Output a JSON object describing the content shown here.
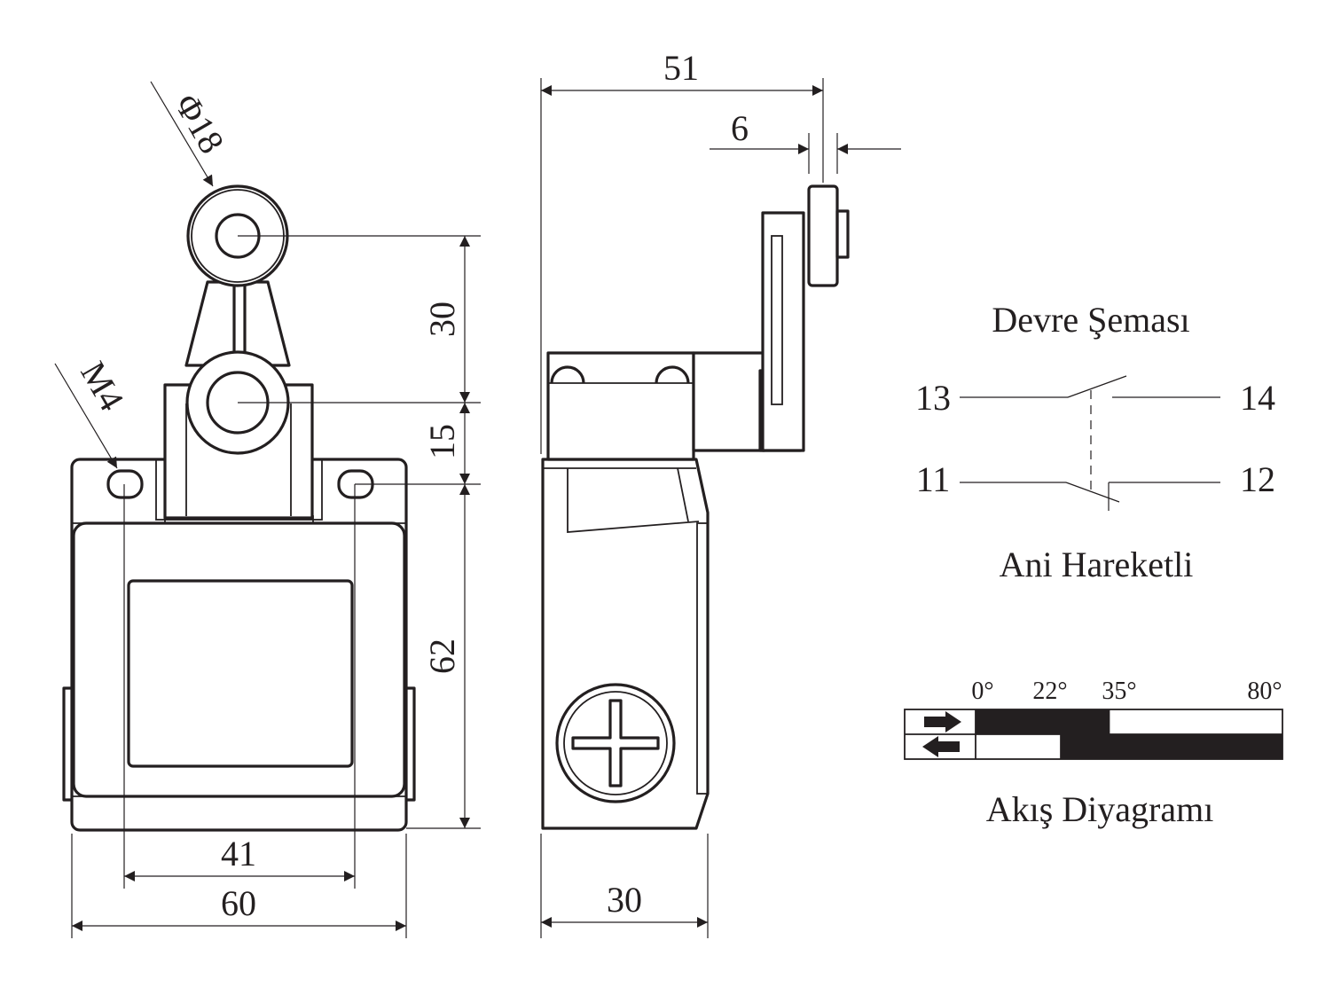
{
  "front_view": {
    "dims": {
      "roller_diameter": "Φ18",
      "mount_thread": "M4",
      "roller_offset": "30",
      "lever_offset": "15",
      "body_height": "62",
      "hole_spacing": "41",
      "body_width": "60"
    }
  },
  "side_view": {
    "dims": {
      "overall_depth": "51",
      "roller_width": "6",
      "body_depth": "30"
    }
  },
  "circuit": {
    "title": "Devre Şeması",
    "terminals": {
      "t13": "13",
      "t14": "14",
      "t11": "11",
      "t12": "12"
    },
    "subtitle": "Ani Hareketli"
  },
  "flow_diagram": {
    "angles": [
      "0°",
      "22°",
      "35°",
      "80°"
    ],
    "rows": [
      {
        "direction": "right-arrow-icon",
        "closed_from": 0,
        "closed_to": 35
      },
      {
        "direction": "left-arrow-icon",
        "closed_from": 22,
        "closed_to": 80
      }
    ],
    "title": "Akış Diyagramı"
  }
}
